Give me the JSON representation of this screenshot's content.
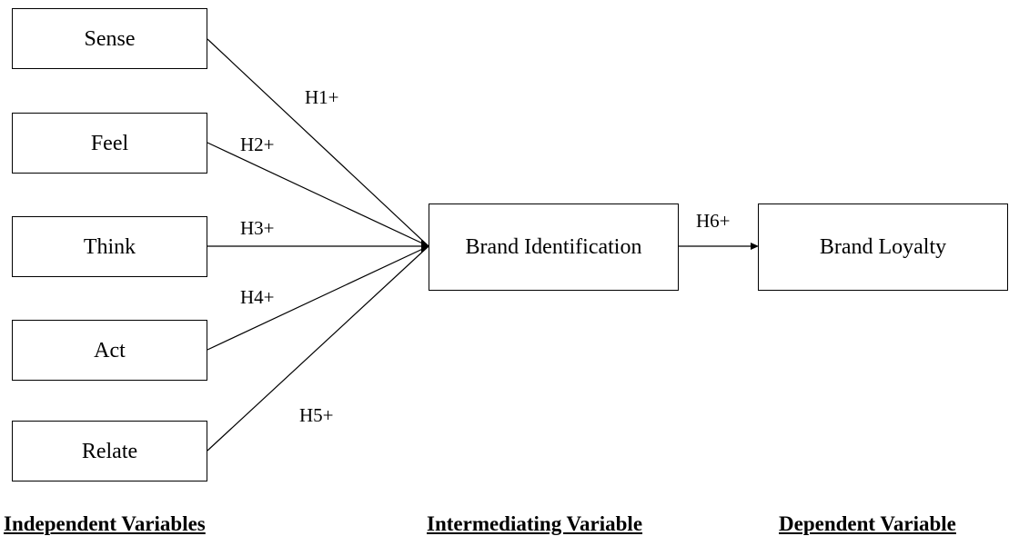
{
  "independent": {
    "sense": "Sense",
    "feel": "Feel",
    "think": "Think",
    "act": "Act",
    "relate": "Relate"
  },
  "intermediate": "Brand Identification",
  "dependent": "Brand Loyalty",
  "hypotheses": {
    "h1": "H1+",
    "h2": "H2+",
    "h3": "H3+",
    "h4": "H4+",
    "h5": "H5+",
    "h6": "H6+"
  },
  "sections": {
    "independent": "Independent Variables",
    "intermediating": "Intermediating Variable",
    "dependent": "Dependent Variable"
  },
  "colors": {
    "line": "#000000",
    "background": "#ffffff"
  }
}
